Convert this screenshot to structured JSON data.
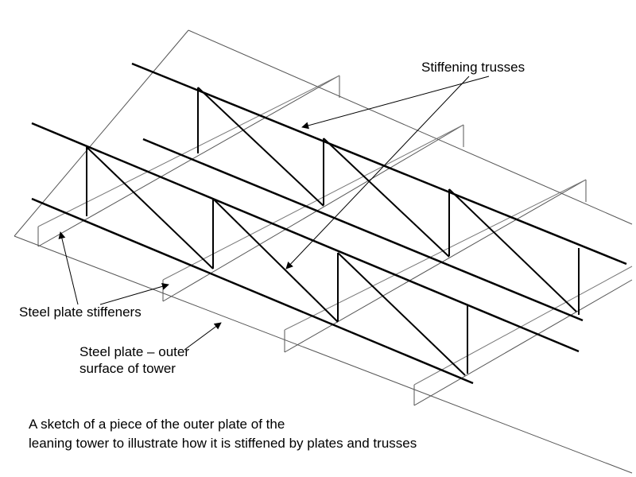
{
  "labels": {
    "stiffening_trusses": "Stiffening trusses",
    "steel_plate_stiffeners": "Steel plate stiffeners",
    "steel_plate_line1": "Steel plate – outer",
    "steel_plate_line2": "surface of tower"
  },
  "caption": {
    "line1": "A sketch of a piece of the outer plate of the",
    "line2": "leaning tower to illustrate how it is stiffened by plates and trusses"
  },
  "colors": {
    "ink": "#000000",
    "thin_ink": "#555555",
    "background": "#ffffff"
  }
}
